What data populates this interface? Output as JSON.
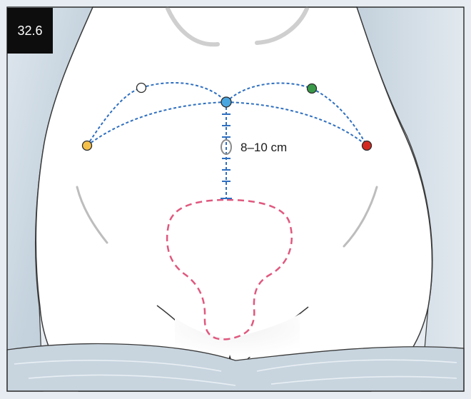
{
  "figure": {
    "label": "32.6",
    "measurement": "8–10 cm"
  },
  "colors": {
    "port_line": "#2e6fc0",
    "outline_pink": "#e0587e",
    "port_white": "#ffffff",
    "port_green": "#3a9a4a",
    "port_blue": "#4aa6df",
    "port_yellow": "#f4c04a",
    "port_red": "#d22a22",
    "drape": "#cfdbe4",
    "skin_outline": "#3a3a3a",
    "badge_bg": "#0d0d0d"
  },
  "ports": [
    {
      "id": "white",
      "color_key": "port_white"
    },
    {
      "id": "green",
      "color_key": "port_green"
    },
    {
      "id": "blue",
      "color_key": "port_blue"
    },
    {
      "id": "yellow",
      "color_key": "port_yellow"
    },
    {
      "id": "red",
      "color_key": "port_red"
    }
  ]
}
